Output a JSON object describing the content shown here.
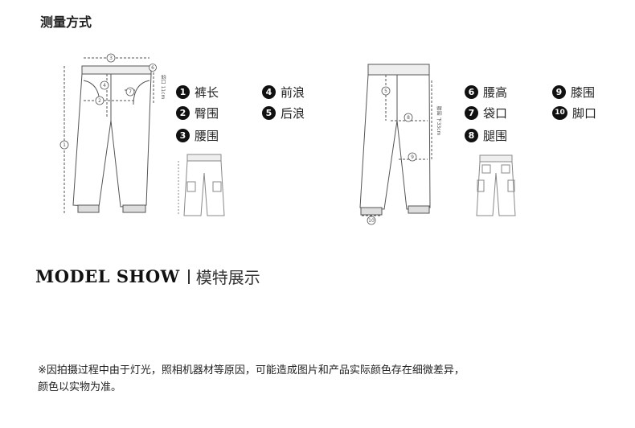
{
  "header": {
    "title": "测量方式"
  },
  "legend": [
    {
      "num": "1",
      "label": "裤长"
    },
    {
      "num": "2",
      "label": "臀围"
    },
    {
      "num": "3",
      "label": "腰围"
    },
    {
      "num": "4",
      "label": "前浪"
    },
    {
      "num": "5",
      "label": "后浪"
    },
    {
      "num": "6",
      "label": "腰高"
    },
    {
      "num": "7",
      "label": "袋口"
    },
    {
      "num": "8",
      "label": "腿围"
    },
    {
      "num": "9",
      "label": "膝围"
    },
    {
      "num": "10",
      "label": "脚口"
    }
  ],
  "diagram": {
    "front_marks": [
      "3",
      "6",
      "4",
      "7",
      "2",
      "1"
    ],
    "front_pocket_label": "袋口 11cm",
    "back_marks": [
      "5",
      "8",
      "9",
      "10"
    ],
    "back_label": "膝围 下33cm"
  },
  "section": {
    "title_en": "MODEL SHOW",
    "title_cn": "模特展示"
  },
  "footer": {
    "line1": "※因拍摄过程中由于灯光，照相机器材等原因，可能造成图片和产品实际颜色存在细微差异，",
    "line2": "颜色以实物为准。"
  }
}
